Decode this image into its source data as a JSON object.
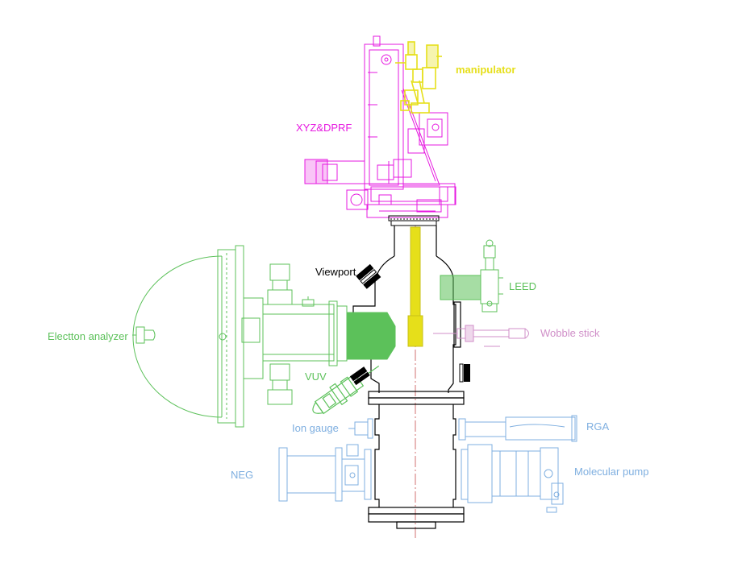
{
  "labels": {
    "manipulator": "manipulator",
    "xyz_dprf": "XYZ&DPRF",
    "viewport": "Viewport",
    "leed": "LEED",
    "electron_analyzer": "Electton analyzer",
    "wobble_stick": "Wobble stick",
    "vuv": "VUV",
    "ion_gauge": "Ion gauge",
    "rga": "RGA",
    "neg": "NEG",
    "molecular_pump": "Molecular pump"
  },
  "colors": {
    "manipulator": "#e6df1a",
    "xyz_dprf": "#e619e0",
    "chamber": "#000000",
    "analyzer": "#5cc15a",
    "wobble_stick": "#d08fc8",
    "vacuum": "#7fafe0",
    "axis": "#d07070"
  }
}
